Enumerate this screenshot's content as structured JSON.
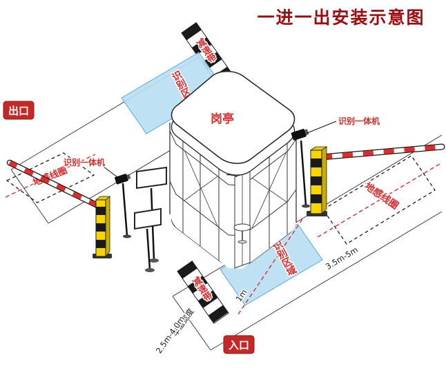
{
  "title": "一进一出安装示意图",
  "badges": {
    "exit": "出口",
    "entrance": "入口"
  },
  "booth": {
    "label": "岗亭"
  },
  "zones": {
    "recognition_area_top": "识别区域",
    "recognition_area_bottom": "识别区域",
    "speed_bump_top": "减速带",
    "speed_bump_bottom": "减速带",
    "ground_loop_left": "地感线圈",
    "ground_loop_right": "地感线圈"
  },
  "devices": {
    "camera_left": "识别一体机",
    "camera_right": "识别一体机"
  },
  "dimensions": {
    "loop_distance": "3.5m-5m",
    "area_offset": "1m",
    "lane_width_label": "车道宽度",
    "lane_width_value": "2.5m-4.0m"
  },
  "colors": {
    "title_red": "#9e0b0f",
    "label_red": "#e02b2b",
    "badge_bg": "#c62828",
    "area_fill": "#b9e0f2",
    "area_stroke": "#58a8d6",
    "barrier_yellow": "#f6d500",
    "stripe_black": "#1a1a1a",
    "arm_red": "#e02b2b"
  }
}
